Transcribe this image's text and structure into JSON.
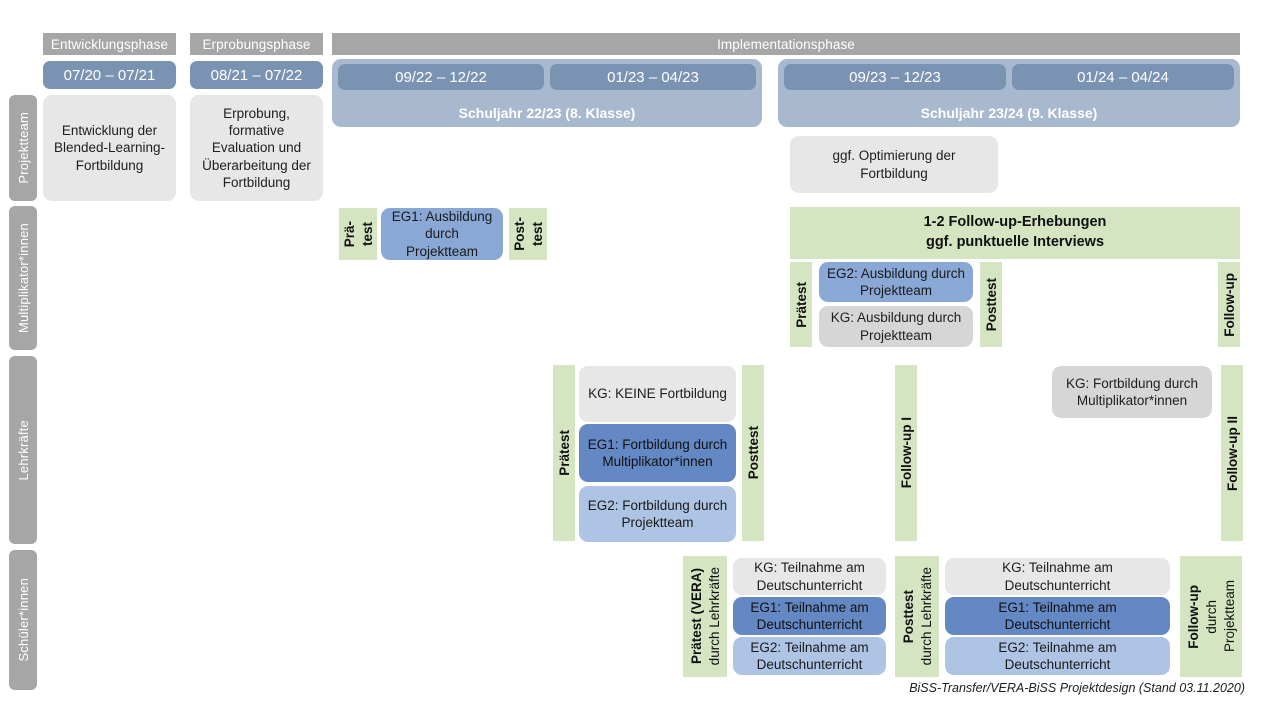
{
  "meta": {
    "footer": "BiSS-Transfer/VERA-BiSS Projektdesign (Stand 03.11.2020)"
  },
  "phases": [
    {
      "label": "Entwicklungsphase"
    },
    {
      "label": "Erprobungsphase"
    },
    {
      "label": "Implementationsphase"
    }
  ],
  "periods": [
    {
      "label": "07/20 – 07/21"
    },
    {
      "label": "08/21 – 07/22"
    },
    {
      "label": "09/22 – 12/22"
    },
    {
      "label": "01/23 – 04/23"
    },
    {
      "label": "09/23 – 12/23"
    },
    {
      "label": "01/24 – 04/24"
    }
  ],
  "school_years": [
    {
      "label": "Schuljahr 22/23 (8. Klasse)"
    },
    {
      "label": "Schuljahr 23/24 (9. Klasse)"
    }
  ],
  "rows": [
    {
      "label": "Projektteam"
    },
    {
      "label": "Multiplikator*innen"
    },
    {
      "label": "Lehrkräfte"
    },
    {
      "label": "Schüler*innen"
    }
  ],
  "projektteam": {
    "entwicklung": "Entwicklung der Blended-Learning-Fortbildung",
    "erprobung": "Erprobung, formative Evaluation und Überarbeitung der Fortbildung",
    "optimierung": "ggf. Optimierung der Fortbildung"
  },
  "multiplikatoren": {
    "praetest_line1": "Prä-",
    "praetest_line2": "test",
    "eg1": "EG1: Ausbildung durch Projektteam",
    "posttest_line1": "Post-",
    "posttest_line2": "test",
    "followup_band_line1": "1-2 Follow-up-Erhebungen",
    "followup_band_line2": "ggf. punktuelle Interviews",
    "praetest2": "Prätest",
    "eg2": "EG2: Ausbildung durch Projektteam",
    "kg": "KG: Ausbildung durch Projektteam",
    "posttest2": "Posttest",
    "followup": "Follow-up"
  },
  "lehrkraefte": {
    "praetest": "Prätest",
    "kg_keine": "KG:  KEINE Fortbildung",
    "eg1": "EG1: Fortbildung durch Multiplikator*innen",
    "eg2": "EG2: Fortbildung durch Projektteam",
    "posttest": "Posttest",
    "followup_1": "Follow-up I",
    "kg_fortbildung": "KG: Fortbildung durch Multiplikator*innen",
    "followup_2": "Follow-up II"
  },
  "schueler": {
    "praetest_bold": "Prätest (VERA)",
    "praetest_sub": "durch Lehrkräfte",
    "kg_1": "KG: Teilnahme am Deutschunterricht",
    "eg1_1": "EG1: Teilnahme am Deutschunterricht",
    "eg2_1": "EG2: Teilnahme am Deutschunterricht",
    "posttest_bold": "Posttest",
    "posttest_sub": "durch Lehrkräfte",
    "kg_2": "KG: Teilnahme am Deutschunterricht",
    "eg1_2": "EG1: Teilnahme am Deutschunterricht",
    "eg2_2": "EG2: Teilnahme am Deutschunterricht",
    "followup_bold": "Follow-up",
    "followup_sub1": "durch",
    "followup_sub2": "Projektteam"
  },
  "colors": {
    "phase_grey": "#a6a6a6",
    "date_blue": "#7b93b3",
    "schuljahr_blue": "#a8b8cf",
    "green": "#d5e5c2",
    "box_grey": "#e7e7e7",
    "box_grey_dark": "#d6d6d6",
    "blue_mid": "#8aa8d6",
    "blue_dark": "#6488c4",
    "blue_light": "#aec4e4"
  }
}
